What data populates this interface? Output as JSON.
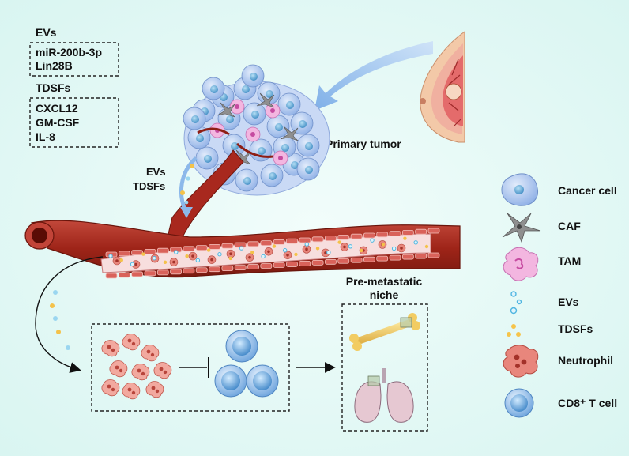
{
  "labels": {
    "evs_box_title": "EVs",
    "evs_items": [
      "miR-200b-3p",
      "Lin28B"
    ],
    "tdsfs_box_title": "TDSFs",
    "tdsfs_items": [
      "CXCL12",
      "GM-CSF",
      "IL-8"
    ],
    "primary_tumor": "Primary tumor",
    "secretion_line1": "EVs",
    "secretion_line2": "TDSFs",
    "pre_metastatic_line1": "Pre-metastatic",
    "pre_metastatic_line2": "niche"
  },
  "legend": [
    {
      "icon": "cancer-cell-icon",
      "label": "Cancer cell"
    },
    {
      "icon": "caf-icon",
      "label": "CAF"
    },
    {
      "icon": "tam-icon",
      "label": "TAM"
    },
    {
      "icon": "evs-icon",
      "label": "EVs"
    },
    {
      "icon": "tdsfs-icon",
      "label": "TDSFs"
    },
    {
      "icon": "neutrophil-icon",
      "label": "Neutrophil"
    },
    {
      "icon": "cd8-t-cell-icon",
      "label": "CD8⁺ T cell"
    }
  ],
  "colors": {
    "background": "#e6fbf7",
    "vessel": "#a82a20",
    "cancer_cell": "#b9cff3",
    "arrow_blue": "#9ec3ee",
    "neutrophil": "#e8867c",
    "t_cell": "#7fb3e8"
  }
}
